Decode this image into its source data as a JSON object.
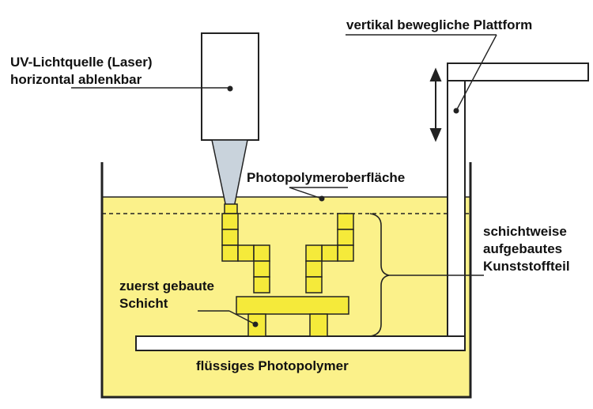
{
  "labels": {
    "platform": "vertikal bewegliche Plattform",
    "uv_source_line1": "UV-Lichtquelle (Laser)",
    "uv_source_line2": "horizontal ablenkbar",
    "surface": "Photopolymeroberfläche",
    "part_line1": "schichtweise",
    "part_line2": "aufgebautes",
    "part_line3": "Kunststoffteil",
    "first_layer_line1": "zuerst gebaute",
    "first_layer_line2": "Schicht",
    "liquid": "flüssiges Photopolymer"
  },
  "colors": {
    "liquid": "#fbf18a",
    "part": "#f5ea3a",
    "outline": "#222222",
    "laser_beam": "#c9d3dc",
    "laser_housing": "#ffffff"
  }
}
